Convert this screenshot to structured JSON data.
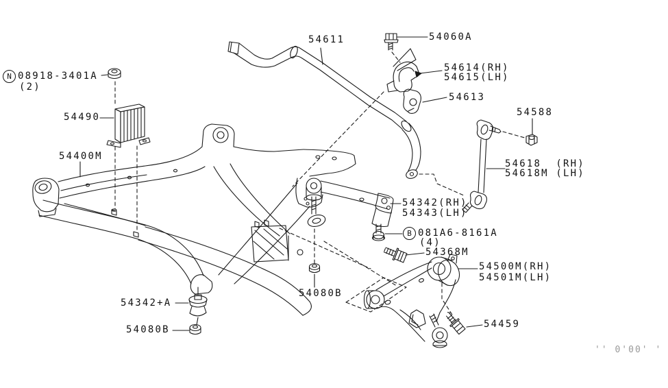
{
  "diagram": {
    "kind": "front-suspension-parts-diagram",
    "plate_code": "'' 0'00' '",
    "colors": {
      "line": "#1a1a1a",
      "background": "#ffffff",
      "faint_text": "#999999"
    },
    "parts": {
      "nut_08918_3401A": {
        "prefix": "N",
        "number": "08918-3401A",
        "qty": "(2)"
      },
      "insulator_54490": {
        "number": "54490"
      },
      "member_54400M": {
        "number": "54400M"
      },
      "stabilizer_54611": {
        "number": "54611"
      },
      "bolt_54060A": {
        "number": "54060A"
      },
      "bracket_54614": {
        "number_rh": "54614(RH)",
        "number_lh": "54615(LH)"
      },
      "bushing_54613": {
        "number": "54613"
      },
      "nut_54588": {
        "number": "54588"
      },
      "rod_54618": {
        "number_rh": "54618  (RH)",
        "number_lh": "54618M (LH)"
      },
      "link_54342": {
        "number_rh": "54342(RH)",
        "number_lh": "54343(LH)"
      },
      "bolt_081A6": {
        "prefix": "B",
        "number": "081A6-8161A",
        "qty": "(4)"
      },
      "bolt_54368M": {
        "number": "54368M"
      },
      "arm_54500M": {
        "number_rh": "54500M(RH)",
        "number_lh": "54501M(LH)"
      },
      "nut_54080B_center": {
        "number": "54080B"
      },
      "bushing_54342A": {
        "number": "54342+A"
      },
      "nut_54080B_lower": {
        "number": "54080B"
      },
      "bolt_54459": {
        "number": "54459"
      }
    }
  }
}
